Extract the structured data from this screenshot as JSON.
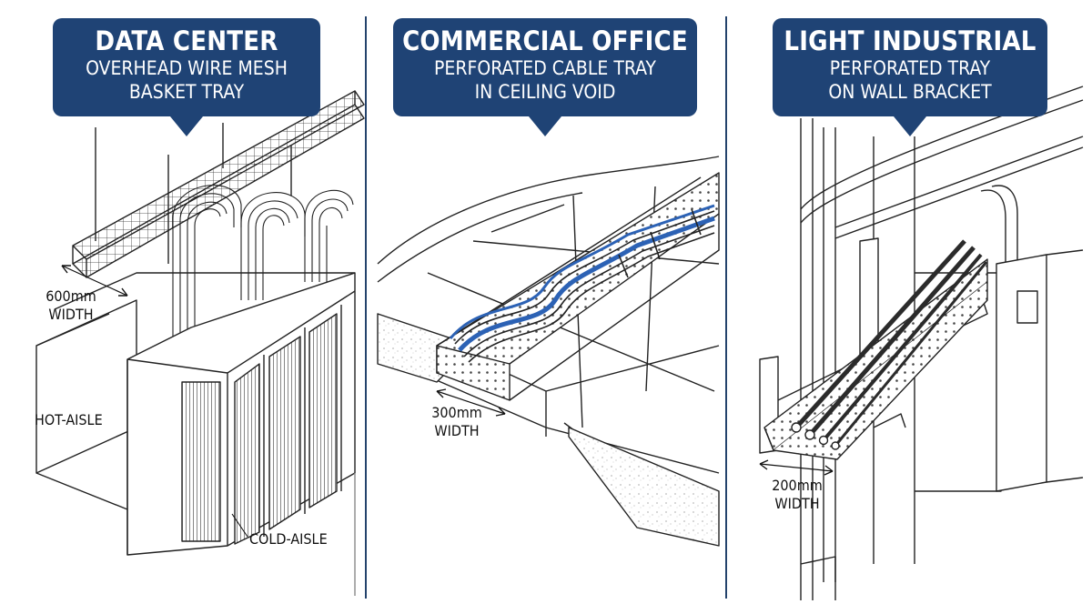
{
  "panels": [
    {
      "title": "DATA CENTER",
      "subtitle_line1": "OVERHEAD WIRE MESH",
      "subtitle_line2": "BASKET TRAY",
      "width_value": "600mm",
      "width_word": "WIDTH",
      "label_hot": "HOT-AISLE",
      "label_cold": "COLD-AISLE"
    },
    {
      "title": "COMMERCIAL OFFICE",
      "subtitle_line1": "PERFORATED CABLE TRAY",
      "subtitle_line2": "IN CEILING VOID",
      "width_value": "300mm",
      "width_word": "WIDTH"
    },
    {
      "title": "LIGHT INDUSTRIAL",
      "subtitle_line1": "PERFORATED TRAY",
      "subtitle_line2": "ON WALL BRACKET",
      "width_value": "200mm",
      "width_word": "WIDTH"
    }
  ],
  "colors": {
    "callout_fill": "#1f4375",
    "divider": "#23426c",
    "line": "#222222",
    "cable_blue": "#2c62b5",
    "cable_dark": "#2b2b2b"
  }
}
